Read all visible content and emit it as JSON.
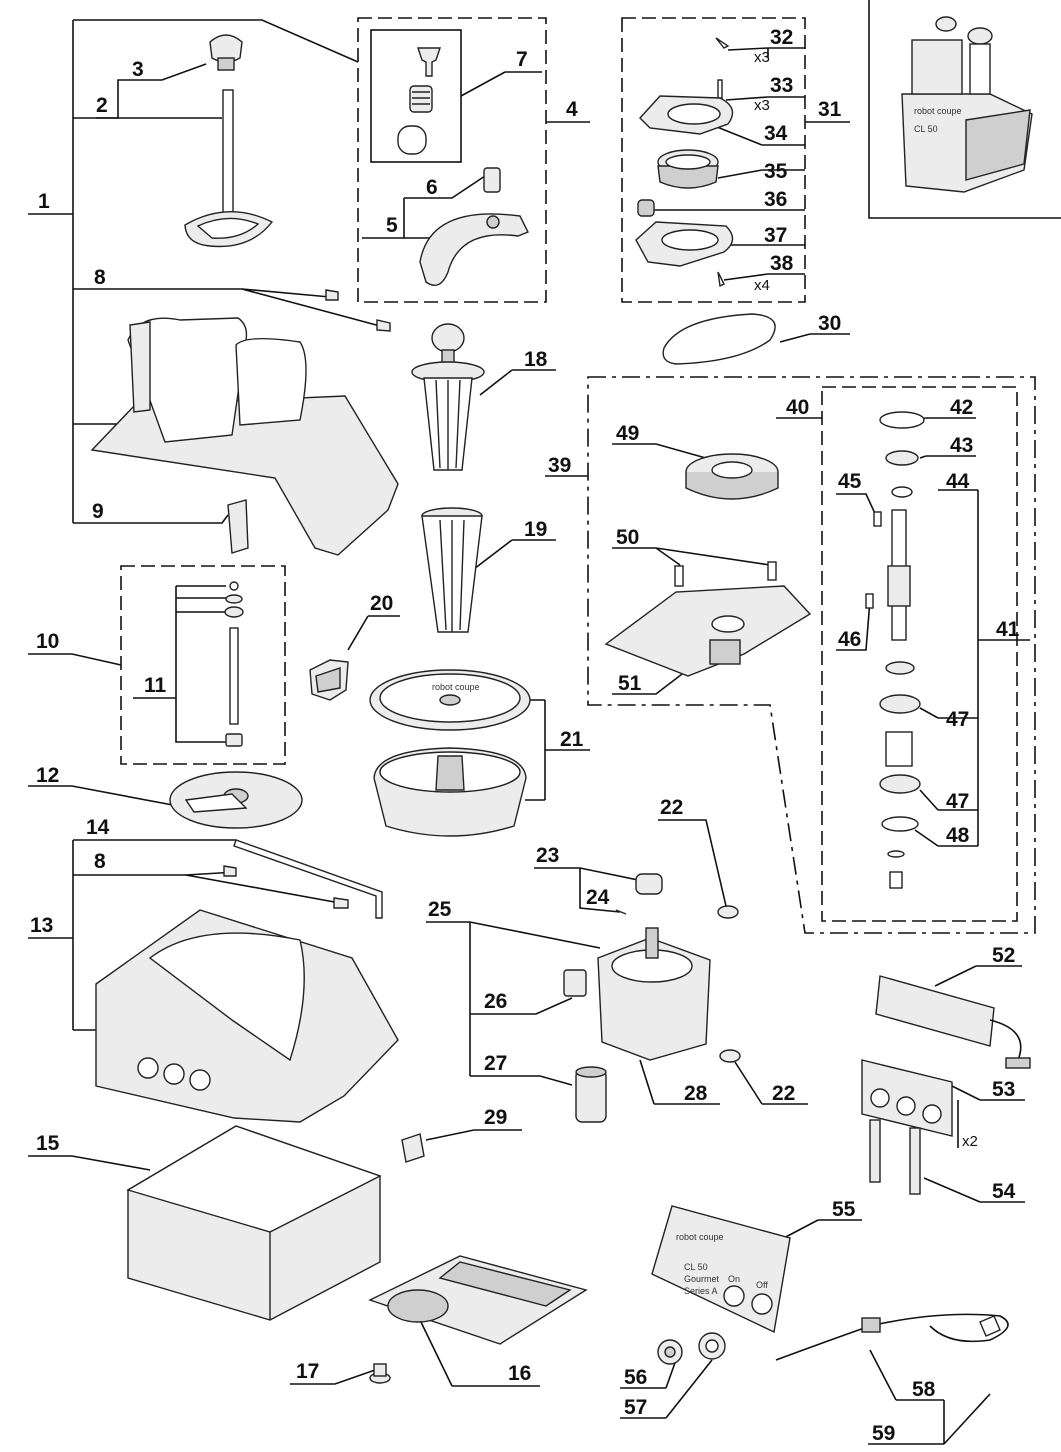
{
  "diagram": {
    "callouts": [
      {
        "n": "1"
      },
      {
        "n": "2"
      },
      {
        "n": "3"
      },
      {
        "n": "4"
      },
      {
        "n": "5"
      },
      {
        "n": "6"
      },
      {
        "n": "7"
      },
      {
        "n": "8"
      },
      {
        "n": "8"
      },
      {
        "n": "9"
      },
      {
        "n": "10"
      },
      {
        "n": "11"
      },
      {
        "n": "12"
      },
      {
        "n": "13"
      },
      {
        "n": "14"
      },
      {
        "n": "15"
      },
      {
        "n": "16"
      },
      {
        "n": "17"
      },
      {
        "n": "18"
      },
      {
        "n": "19"
      },
      {
        "n": "20"
      },
      {
        "n": "21"
      },
      {
        "n": "22"
      },
      {
        "n": "22"
      },
      {
        "n": "23"
      },
      {
        "n": "24"
      },
      {
        "n": "25"
      },
      {
        "n": "26"
      },
      {
        "n": "27"
      },
      {
        "n": "28"
      },
      {
        "n": "29"
      },
      {
        "n": "30"
      },
      {
        "n": "31"
      },
      {
        "n": "32"
      },
      {
        "n": "33"
      },
      {
        "n": "34"
      },
      {
        "n": "35"
      },
      {
        "n": "36"
      },
      {
        "n": "37"
      },
      {
        "n": "38"
      },
      {
        "n": "39"
      },
      {
        "n": "40"
      },
      {
        "n": "41"
      },
      {
        "n": "42"
      },
      {
        "n": "43"
      },
      {
        "n": "44"
      },
      {
        "n": "45"
      },
      {
        "n": "46"
      },
      {
        "n": "47"
      },
      {
        "n": "47"
      },
      {
        "n": "48"
      },
      {
        "n": "49"
      },
      {
        "n": "50"
      },
      {
        "n": "51"
      },
      {
        "n": "52"
      },
      {
        "n": "53"
      },
      {
        "n": "54"
      },
      {
        "n": "55"
      },
      {
        "n": "56"
      },
      {
        "n": "57"
      },
      {
        "n": "58"
      },
      {
        "n": "59"
      }
    ],
    "quantities": [
      "x3",
      "x3",
      "x4",
      "x2"
    ],
    "lid_brand": "robot coupe",
    "panel_labels": {
      "brand": "robot coupe",
      "model": "CL 50",
      "line": "Gourmet",
      "series": "Series A",
      "on": "On",
      "off": "Off"
    }
  }
}
